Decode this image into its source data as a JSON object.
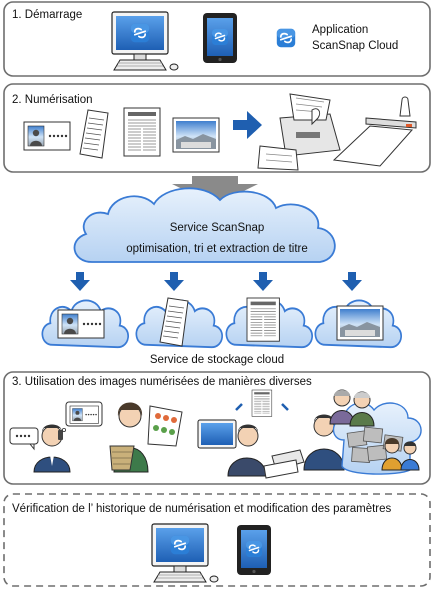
{
  "panels": {
    "startup": {
      "title": "1. Démarrage",
      "app_label_line1": "Application",
      "app_label_line2": "ScanSnap Cloud"
    },
    "scanning": {
      "title": "2. Numérisation"
    },
    "usage": {
      "title": "3. Utilisation des images numérisées de manières diverses"
    },
    "history": {
      "title": "Vérification de l’ historique de numérisation et modification des paramètres"
    }
  },
  "cloud_service": {
    "line1": "Service ScanSnap",
    "line2": "optimisation, tri et extraction de titre"
  },
  "storage_label": "Service de stockage cloud",
  "colors": {
    "accent_blue": "#1f5fb0",
    "cloud_fill": "#c9def5",
    "cloud_stroke": "#3a7bd5",
    "gray_arrow": "#8a8a8a",
    "panel_stroke": "#6e6e6e"
  },
  "icons": [
    "computer-icon",
    "tablet-icon",
    "scansnap-cloud-app-icon",
    "business-card-icon",
    "receipt-icon",
    "document-icon",
    "photo-icon",
    "scanner-icon",
    "portable-scanner-icon",
    "gray-down-arrow-icon",
    "cloud-icon",
    "blue-down-arrow-icon",
    "phone-user-icon",
    "shopping-woman-icon",
    "office-worker-icon",
    "family-photos-icon"
  ]
}
